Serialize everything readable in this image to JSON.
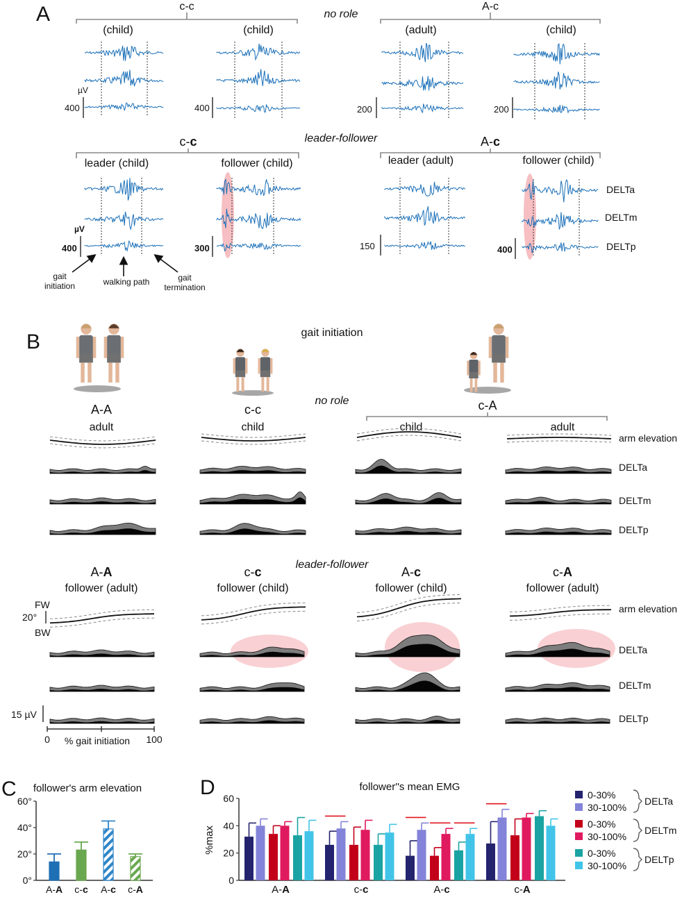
{
  "panelA": {
    "label": "A",
    "no_role": {
      "title": "no role",
      "groups": [
        {
          "name": "c-c",
          "cols": [
            "(child)",
            "(child)"
          ],
          "scales": [
            "400",
            "400"
          ]
        },
        {
          "name": "A-c",
          "cols": [
            "(adult)",
            "(child)"
          ],
          "scales": [
            "200",
            "200"
          ]
        }
      ],
      "unit": "µV"
    },
    "leader_follower": {
      "title": "leader-follower",
      "groups": [
        {
          "name_plain": "c-",
          "name_bold": "c",
          "cols": [
            "leader (child)",
            "follower (child)"
          ],
          "scales": [
            "400",
            "300"
          ]
        },
        {
          "name_plain": "A-",
          "name_bold": "c",
          "cols": [
            "leader (adult)",
            "follower (child)"
          ],
          "scales": [
            "150",
            "400"
          ]
        }
      ],
      "unit": "µV"
    },
    "muscles": [
      "DELTa",
      "DELTm",
      "DELTp"
    ],
    "annotations": [
      "gait",
      "initiation",
      "walking path",
      "gait",
      "termination"
    ]
  },
  "panelB": {
    "label": "B",
    "title": "gait initiation",
    "no_role": "no role",
    "leader_follower": "leader-follower",
    "top_groups": [
      {
        "name": "A-A",
        "sub": "adult"
      },
      {
        "name": "c-c",
        "sub": "child"
      },
      {
        "name": "c-A",
        "subs": [
          "child",
          "adult"
        ]
      }
    ],
    "bottom_groups": [
      {
        "plain": "A-",
        "bold": "A",
        "sub": "follower (adult)"
      },
      {
        "plain": "c-",
        "bold": "c",
        "sub": "follower (child)"
      },
      {
        "plain": "A-",
        "bold": "c",
        "sub": "follower (child)"
      },
      {
        "plain": "c-",
        "bold": "A",
        "sub": "follower (adult)"
      }
    ],
    "rows": [
      "arm elevation",
      "DELTa",
      "DELTm",
      "DELTp"
    ],
    "angle_scale": "20°",
    "fw": "FW",
    "bw": "BW",
    "emg_scale": "15 µV",
    "x_axis": {
      "label": "% gait initiation",
      "min": "0",
      "max": "100"
    }
  },
  "chart_data": [
    {
      "type": "bar",
      "title": "follower's arm elevation",
      "categories": [
        {
          "plain": "A-",
          "bold": "A"
        },
        {
          "plain": "c-",
          "bold": "c"
        },
        {
          "plain": "A-",
          "bold": "c"
        },
        {
          "plain": "c-",
          "bold": "A"
        }
      ],
      "values": [
        14,
        23,
        39,
        18
      ],
      "errors": [
        6,
        6,
        6,
        2
      ],
      "ylim": [
        0,
        60
      ],
      "yticks": [
        "0°",
        "20°",
        "40°",
        "60°"
      ],
      "colors": [
        "#1f6fb5",
        "#6aa84f",
        "#2f86c8",
        "#6aa84f"
      ],
      "hatched": [
        false,
        false,
        true,
        true
      ]
    },
    {
      "type": "bar",
      "title": "follower''s mean EMG",
      "ylabel": "%max",
      "ylim": [
        0,
        60
      ],
      "yticks": [
        "0",
        "20",
        "40",
        "60"
      ],
      "categories": [
        {
          "plain": "A-",
          "bold": "A"
        },
        {
          "plain": "c-",
          "bold": "c"
        },
        {
          "plain": "A-",
          "bold": "c"
        },
        {
          "plain": "c-",
          "bold": "A"
        }
      ],
      "series": [
        {
          "name": "0-30%",
          "muscle": "DELTa",
          "color": "#24236e",
          "values": [
            32,
            26,
            18,
            27
          ],
          "errors": [
            10,
            10,
            11,
            16
          ]
        },
        {
          "name": "30-100%",
          "muscle": "DELTa",
          "color": "#8383d9",
          "values": [
            40,
            38,
            37,
            46
          ],
          "errors": [
            5,
            5,
            5,
            6
          ]
        },
        {
          "name": "0-30%",
          "muscle": "DELTm",
          "color": "#c3001a",
          "values": [
            34,
            26,
            18,
            33
          ],
          "errors": [
            6,
            13,
            6,
            12
          ]
        },
        {
          "name": "30-100%",
          "muscle": "DELTm",
          "color": "#e01a5e",
          "values": [
            40,
            37,
            34,
            46
          ],
          "errors": [
            3,
            7,
            4,
            3
          ]
        },
        {
          "name": "0-30%",
          "muscle": "DELTp",
          "color": "#1aa3a3",
          "values": [
            33,
            26,
            22,
            47
          ],
          "errors": [
            13,
            8,
            6,
            4
          ]
        },
        {
          "name": "30-100%",
          "muscle": "DELTp",
          "color": "#41c4e8",
          "values": [
            36,
            35,
            34,
            40
          ],
          "errors": [
            8,
            6,
            4,
            5
          ]
        }
      ],
      "legend_groups": [
        "DELTa",
        "DELTm",
        "DELTp"
      ],
      "sig_marks": [
        {
          "category": 1,
          "pair": 0
        },
        {
          "category": 2,
          "pair": 0
        },
        {
          "category": 2,
          "pair": 1
        },
        {
          "category": 2,
          "pair": 2
        },
        {
          "category": 3,
          "pair": 0
        }
      ]
    }
  ],
  "colors": {
    "trace": "#1a6fb8",
    "highlight": "#f4a9ae"
  }
}
